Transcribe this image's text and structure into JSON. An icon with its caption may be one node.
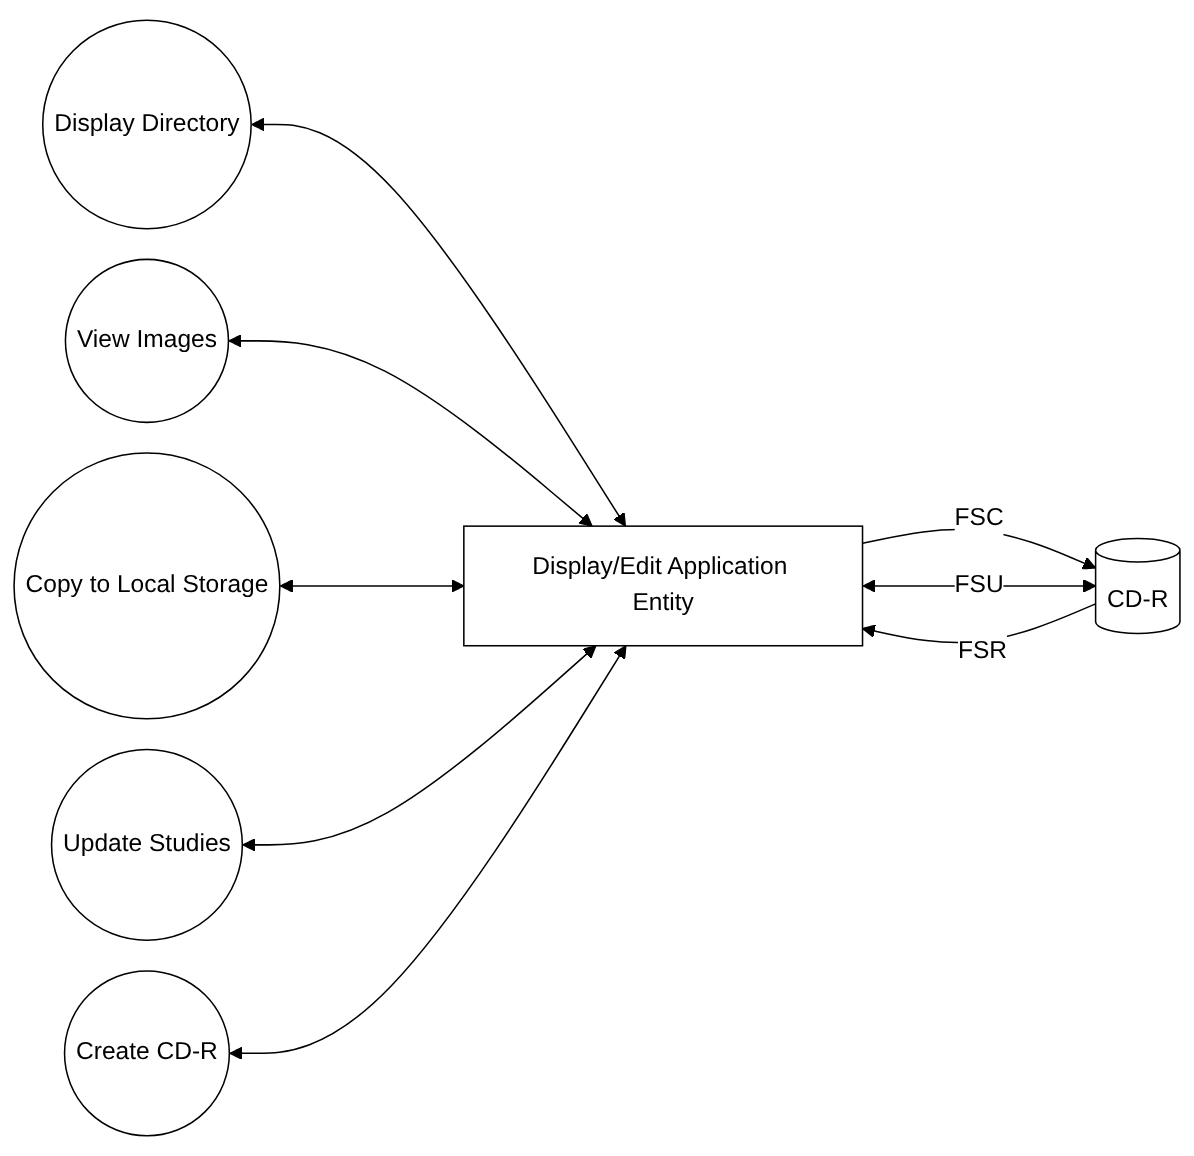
{
  "diagram": {
    "nodes": [
      {
        "text": [
          "Display Directory"
        ]
      },
      {
        "text": [
          "View Images"
        ]
      },
      {
        "text": [
          "Copy to Local Storage"
        ]
      },
      {
        "text": [
          "Update Studies"
        ]
      },
      {
        "text": [
          "Create CD-R"
        ]
      },
      {
        "text": [
          "Display/Edit Application Entity"
        ]
      },
      {
        "text": [
          "CD-R"
        ]
      }
    ],
    "edges": [
      {
        "from": 0,
        "to": 5,
        "arrow": "both"
      },
      {
        "from": 1,
        "to": 5,
        "arrow": "both"
      },
      {
        "from": 2,
        "to": 5,
        "arrow": "both"
      },
      {
        "from": 3,
        "to": 5,
        "arrow": "both"
      },
      {
        "from": 4,
        "to": 5,
        "arrow": "both"
      },
      {
        "from": 5,
        "to": 6,
        "label": "FSC",
        "arrow": "to"
      },
      {
        "from": 6,
        "to": 5,
        "label": "FSR",
        "arrow": "to"
      },
      {
        "from": 5,
        "to": 6,
        "label": "FSU",
        "arrow": "both"
      }
    ]
  }
}
